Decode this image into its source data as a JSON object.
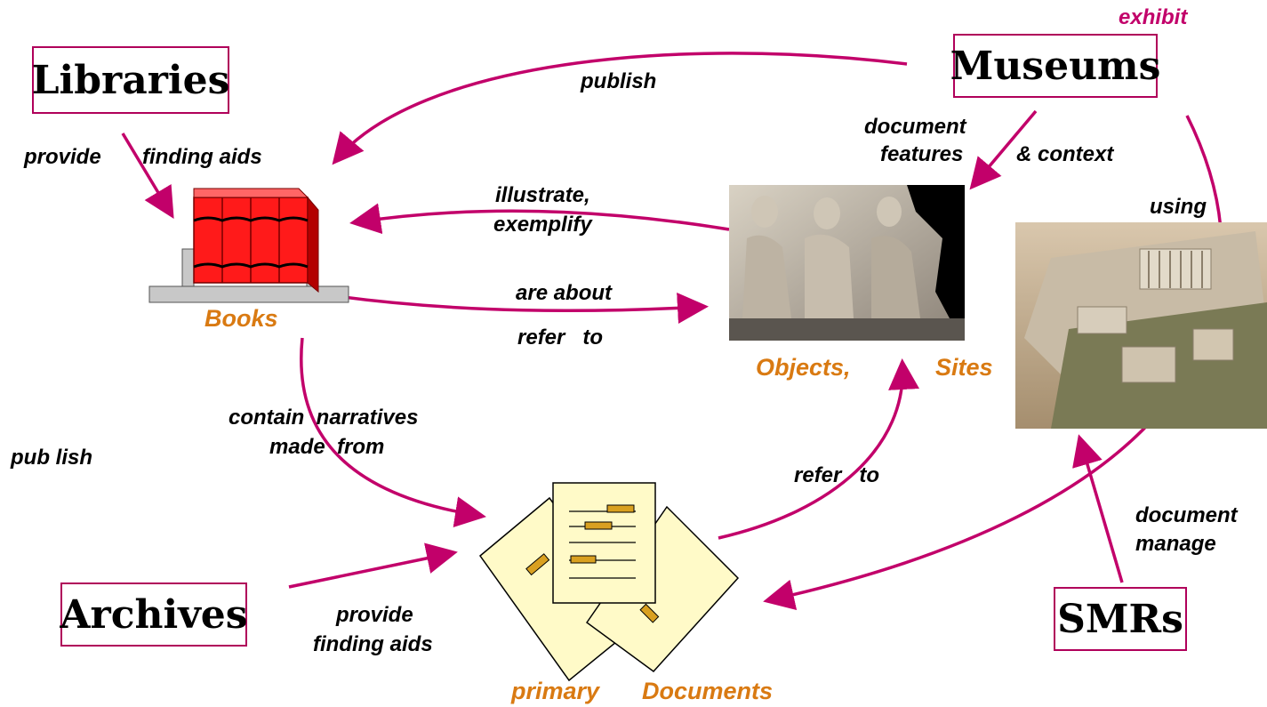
{
  "boxes": {
    "libraries": "Libraries",
    "museums": "Museums",
    "archives": "Archives",
    "smrs": "SMRs"
  },
  "labels": {
    "exhibit": "exhibit",
    "publish_top": "publish",
    "provide": "provide",
    "finding_aids_top": "finding aids",
    "document": "document",
    "features": "features",
    "and_context": "& context",
    "illustrate": "illustrate,",
    "exemplify": "exemplify",
    "using": "using",
    "are_about": "are about",
    "refer_to_mid": "refer   to",
    "contain_narratives": "contain  narratives",
    "made_from": "made  from",
    "pub_lish": "pub lish",
    "refer_to_bottom": "refer   to",
    "document_manage_1": "document",
    "document_manage_2": "manage",
    "provide_bottom": "provide",
    "finding_aids_bottom": "finding aids"
  },
  "captions": {
    "books": "Books",
    "objects": "Objects,",
    "sites": "Sites",
    "primary": "primary",
    "documents": "Documents"
  },
  "colors": {
    "arrow": "#c2006a",
    "box_border": "#b0005a",
    "caption": "#d97a12",
    "book_red": "#ff1a1a"
  }
}
